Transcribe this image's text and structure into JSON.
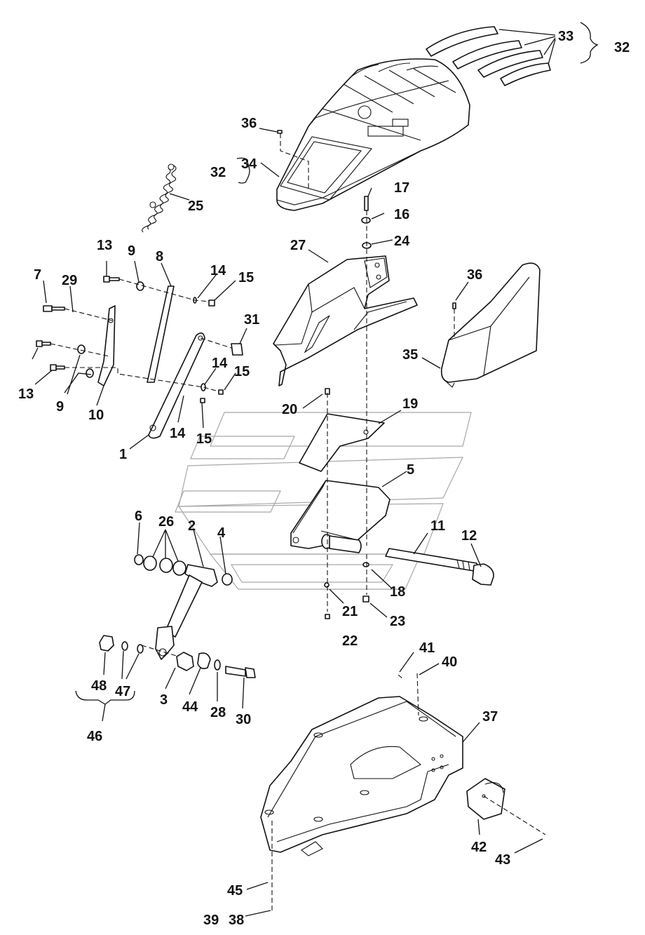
{
  "callouts": [
    {
      "id": "c1",
      "text": "1"
    },
    {
      "id": "c2",
      "text": "2"
    },
    {
      "id": "c3",
      "text": "3"
    },
    {
      "id": "c4",
      "text": "4"
    },
    {
      "id": "c5",
      "text": "5"
    },
    {
      "id": "c6",
      "text": "6"
    },
    {
      "id": "c7",
      "text": "7"
    },
    {
      "id": "c8",
      "text": "8"
    },
    {
      "id": "c9a",
      "text": "9"
    },
    {
      "id": "c9b",
      "text": "9"
    },
    {
      "id": "c10",
      "text": "10"
    },
    {
      "id": "c11",
      "text": "11"
    },
    {
      "id": "c12",
      "text": "12"
    },
    {
      "id": "c13a",
      "text": "13"
    },
    {
      "id": "c13b",
      "text": "13"
    },
    {
      "id": "c14a",
      "text": "14"
    },
    {
      "id": "c14b",
      "text": "14"
    },
    {
      "id": "c14c",
      "text": "14"
    },
    {
      "id": "c15a",
      "text": "15"
    },
    {
      "id": "c15b",
      "text": "15"
    },
    {
      "id": "c15c",
      "text": "15"
    },
    {
      "id": "c16",
      "text": "16"
    },
    {
      "id": "c17",
      "text": "17"
    },
    {
      "id": "c18",
      "text": "18"
    },
    {
      "id": "c19",
      "text": "19"
    },
    {
      "id": "c20",
      "text": "20"
    },
    {
      "id": "c21",
      "text": "21"
    },
    {
      "id": "c22",
      "text": "22"
    },
    {
      "id": "c23",
      "text": "23"
    },
    {
      "id": "c24",
      "text": "24"
    },
    {
      "id": "c25",
      "text": "25"
    },
    {
      "id": "c26",
      "text": "26"
    },
    {
      "id": "c27",
      "text": "27"
    },
    {
      "id": "c28",
      "text": "28"
    },
    {
      "id": "c29",
      "text": "29"
    },
    {
      "id": "c30",
      "text": "30"
    },
    {
      "id": "c31",
      "text": "31"
    },
    {
      "id": "c32a",
      "text": "32"
    },
    {
      "id": "c32b",
      "text": "32"
    },
    {
      "id": "c33",
      "text": "33"
    },
    {
      "id": "c34",
      "text": "34"
    },
    {
      "id": "c35",
      "text": "35"
    },
    {
      "id": "c36a",
      "text": "36"
    },
    {
      "id": "c36b",
      "text": "36"
    },
    {
      "id": "c37",
      "text": "37"
    },
    {
      "id": "c38",
      "text": "38"
    },
    {
      "id": "c39",
      "text": "39"
    },
    {
      "id": "c40",
      "text": "40"
    },
    {
      "id": "c41",
      "text": "41"
    },
    {
      "id": "c42",
      "text": "42"
    },
    {
      "id": "c43",
      "text": "43"
    },
    {
      "id": "c44",
      "text": "44"
    },
    {
      "id": "c45",
      "text": "45"
    },
    {
      "id": "c46",
      "text": "46"
    },
    {
      "id": "c47",
      "text": "47"
    },
    {
      "id": "c48",
      "text": "48"
    }
  ]
}
